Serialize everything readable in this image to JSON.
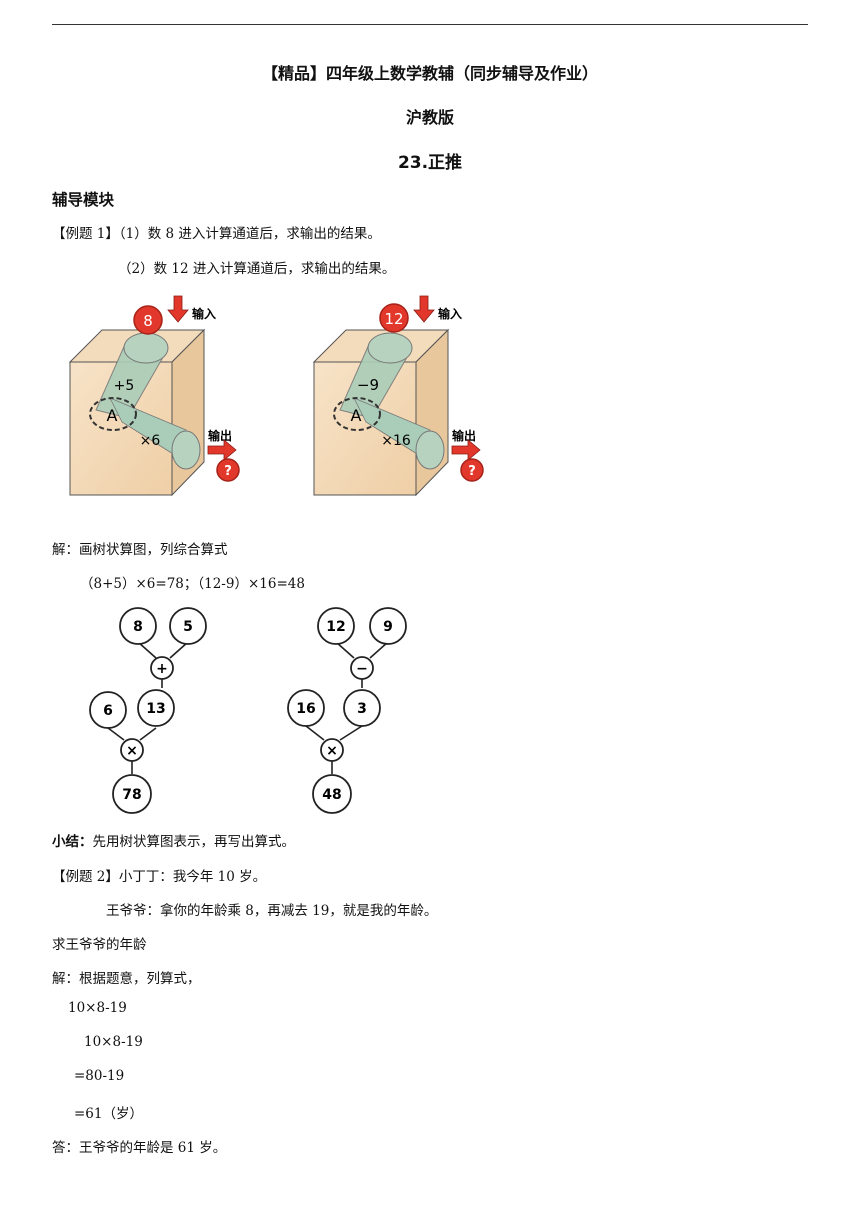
{
  "header": {
    "title": "【精品】四年级上数学教辅（同步辅导及作业）",
    "subtitle": "沪教版",
    "chapter": "23.正推"
  },
  "section": "辅导模块",
  "example1": {
    "tag": "【例题 1】",
    "part1": "（1）数 8 进入计算通道后，求输出的结果。",
    "part2": "（2）数 12 进入计算通道后，求输出的结果。"
  },
  "machine1": {
    "input": "8",
    "op1": "+5",
    "mid": "A",
    "op2": "×6",
    "in_label": "输入",
    "out_label": "输出",
    "result": "?"
  },
  "machine2": {
    "input": "12",
    "op1": "−9",
    "mid": "A",
    "op2": "×16",
    "in_label": "输入",
    "out_label": "输出",
    "result": "?"
  },
  "solution1": {
    "intro": "解：画树状算图，列综合算式",
    "formula": "（8+5）×6=78；（12-9）×16=48"
  },
  "tree1": {
    "a": "8",
    "b": "5",
    "op1": "+",
    "c": "6",
    "d": "13",
    "op2": "×",
    "r": "78"
  },
  "tree2": {
    "a": "12",
    "b": "9",
    "op1": "−",
    "c": "16",
    "d": "3",
    "op2": "×",
    "r": "48"
  },
  "summary": {
    "label": "小结：",
    "text": "先用树状算图表示，再写出算式。"
  },
  "example2": {
    "tag": "【例题 2】",
    "line1": "小丁丁：我今年 10 岁。",
    "line2": "王爷爷：拿你的年龄乘 8，再减去 19，就是我的年龄。",
    "question": "求王爷爷的年龄",
    "sol_intro": "解：根据题意，列算式，",
    "step1": "10×8-19",
    "step2": "10×8-19",
    "step3": "=80-19",
    "step4": "=61（岁）",
    "answer": "答：王爷爷的年龄是 61 岁。"
  }
}
